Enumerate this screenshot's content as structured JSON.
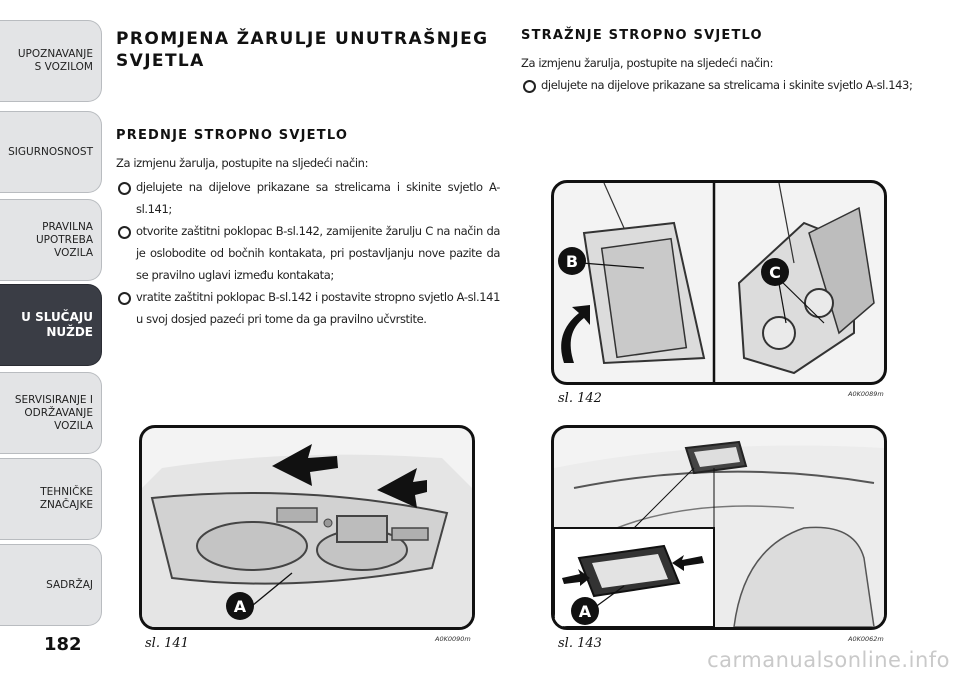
{
  "sidebar": {
    "tabs": [
      {
        "label": "UPOZNAVANJE\nS VOZILOM",
        "active": false
      },
      {
        "label": "SIGURNOSNOST",
        "active": false
      },
      {
        "label": "PRAVILNA\nUPOTREBA\nVOZILA",
        "active": false
      },
      {
        "label": "U SLUČAJU\nNUŽDE",
        "active": true
      },
      {
        "label": "SERVISIRANJE I\nODRŽAVANJE\nVOZILA",
        "active": false
      },
      {
        "label": "TEHNIČKE\nZNAČAJKE",
        "active": false
      },
      {
        "label": "SADRŽAJ",
        "active": false
      }
    ],
    "page_number": "182"
  },
  "left": {
    "title": "PROMJENA ŽARULJE UNUTRAŠNJEG SVJETLA",
    "section_title": "PREDNJE STROPNO SVJETLO",
    "intro": "Za izmjenu žarulja, postupite na sljedeći način:",
    "bullets": [
      "djelujete na dijelove prikazane sa strelicama i skinite svjetlo A-sl.141;",
      "otvorite zaštitni poklopac B-sl.142, zamijenite žarulju C na način da je oslobodite od bočnih kontakata, pri postavljanju nove pazite da se pravilno uglavi između kontakata;",
      "vratite zaštitni poklopac B-sl.142 i postavite stropno svjetlo A-sl.141 u svoj dosjed pazeći pri tome da ga pravilno učvrstite."
    ]
  },
  "right": {
    "section_title": "STRAŽNJE STROPNO SVJETLO",
    "intro": "Za izmjenu žarulja, postupite na sljedeći način:",
    "bullets": [
      "djelujete na dijelove prikazane sa strelicama i skinite svjetlo A-sl.143;"
    ]
  },
  "figures": {
    "fig141": {
      "caption": "sl. 141",
      "code": "A0K0090m",
      "label_a": "A"
    },
    "fig142": {
      "caption": "sl. 142",
      "code": "A0K0089m",
      "label_b": "B",
      "label_c": "C"
    },
    "fig143": {
      "caption": "sl. 143",
      "code": "A0K0062m",
      "label_a": "A"
    }
  },
  "watermark": "carmanualsonline.info"
}
